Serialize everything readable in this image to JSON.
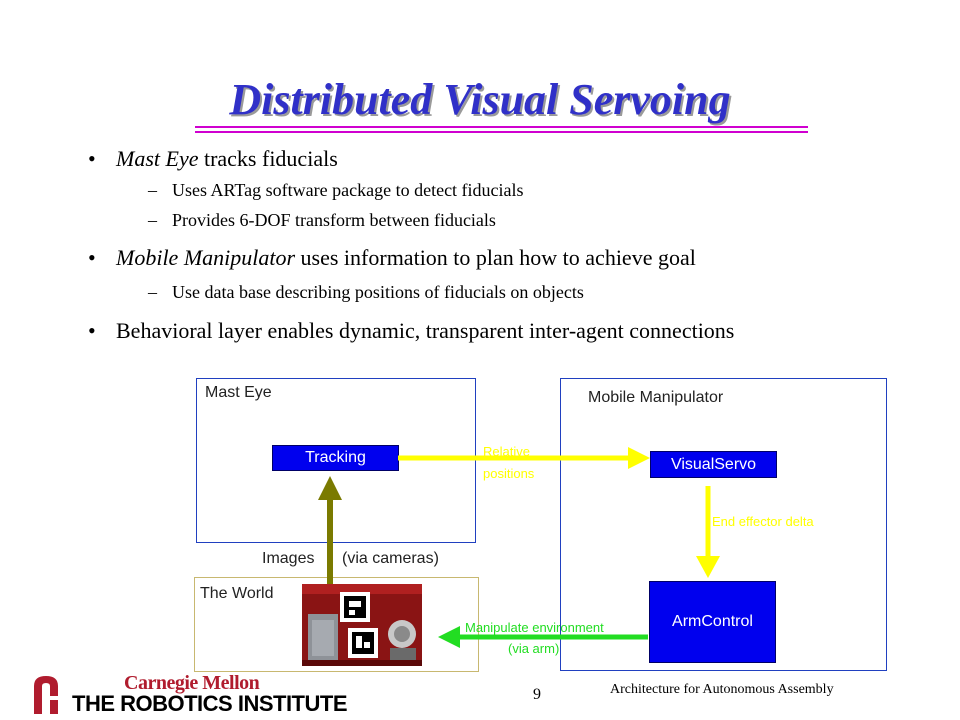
{
  "slide": {
    "title": "Distributed Visual Servoing",
    "bullets": [
      {
        "em": "Mast Eye",
        "rest": " tracks fiducials"
      },
      {
        "em": "Mobile Manipulator",
        "rest": " uses information to plan how to achieve goal"
      },
      {
        "em": "",
        "rest": "Behavioral layer enables dynamic, transparent inter-agent connections"
      }
    ],
    "sub_bullets": [
      "Uses ARTag software package to detect fiducials",
      "Provides 6-DOF transform between fiducials",
      "Use data base describing positions of fiducials on objects"
    ],
    "bullet_glyph": "•",
    "dash_glyph": "–"
  },
  "diagram": {
    "mast_eye_label": "Mast Eye",
    "mobile_manipulator_label": "Mobile Manipulator",
    "world_label": "The World",
    "tracking_label": "Tracking",
    "visualservo_label": "VisualServo",
    "armcontrol_label": "ArmControl",
    "relative_positions_line1": "Relative",
    "relative_positions_line2": "positions",
    "end_effector_label": "End effector delta",
    "manipulate_line1": "Manipulate environment",
    "manipulate_line2": "(via arm)",
    "images_label": "Images",
    "via_cameras_label": "(via cameras)",
    "colors": {
      "box_fill": "#0000ee",
      "yellow_arrow": "#ffff00",
      "green_arrow": "#22dd22",
      "olive_arrow": "#7a7a00"
    }
  },
  "footer": {
    "logo_top": "Carnegie Mellon",
    "logo_bottom": "THE ROBOTICS INSTITUTE",
    "page_number": "9",
    "course": "Architecture for Autonomous Assembly"
  }
}
